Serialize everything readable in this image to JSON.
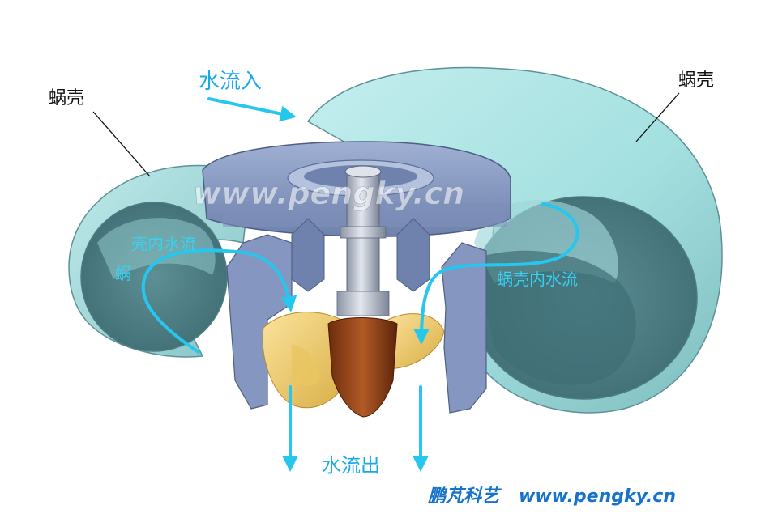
{
  "labels": {
    "volute_left": "蜗壳",
    "volute_right": "蜗壳",
    "water_in": "水流入",
    "water_out": "水流出",
    "inner_flow_left_a": "壳内水流",
    "inner_flow_left_b": "蜗",
    "inner_flow_right": "蜗壳内水流"
  },
  "watermark": "www.pengky.cn",
  "footer": {
    "brand": "鹏芃科艺",
    "url": "www.pengky.cn"
  },
  "colors": {
    "volute": "#a6e3e3",
    "volute_shade": "#6fa9ad",
    "casing": "#8a9dc4",
    "casing_dark": "#5d6f98",
    "runner_blade": "#f2d27a",
    "runner_hub": "#9c4a1c",
    "shaft": "#c4cad6",
    "flow_arrow": "#27c6ee",
    "text_accent": "#1aa9e6",
    "text_dark": "#111111",
    "footer_text": "#1673c9"
  }
}
